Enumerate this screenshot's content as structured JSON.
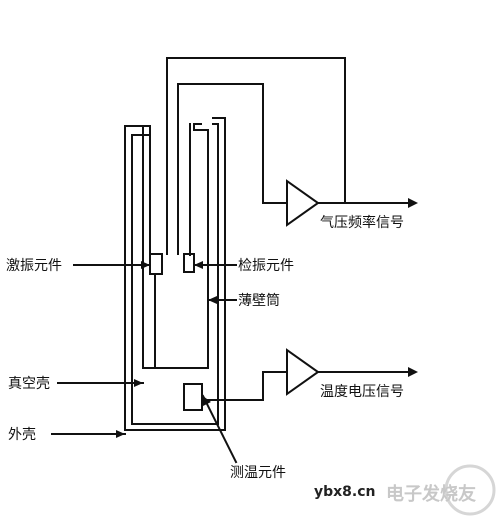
{
  "labels": {
    "exciter": "激振元件",
    "detector": "检振元件",
    "thin_cylinder": "薄壁筒",
    "vacuum_shell": "真空壳",
    "outer_shell": "外壳",
    "temp_sensor": "测温元件",
    "pressure_freq_signal": "气压频率信号",
    "temp_voltage_signal": "温度电压信号"
  },
  "watermark": {
    "site": "ybx8.cn",
    "brand": "电子发烧友"
  },
  "colors": {
    "line": "#111111",
    "background": "#ffffff",
    "watermark": "#c8c8c8",
    "watermark_site": "#222222"
  }
}
